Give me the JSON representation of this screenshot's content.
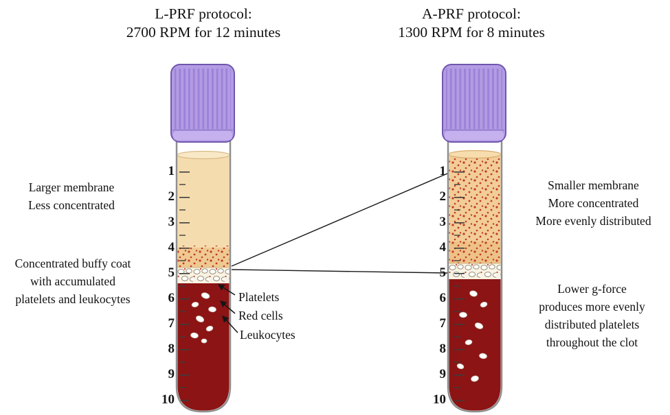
{
  "titles": {
    "left": {
      "line1": "L-PRF protocol:",
      "line2": "2700 RPM for 12 minutes"
    },
    "right": {
      "line1": "A-PRF protocol:",
      "line2": "1300 RPM for 8 minutes"
    }
  },
  "left_tube": {
    "membrane_note": {
      "line1": "Larger membrane",
      "line2": "Less concentrated"
    },
    "buffy_note": {
      "line1": "Concentrated buffy coat",
      "line2": "with accumulated",
      "line3": "platelets and leukocytes"
    }
  },
  "right_tube": {
    "membrane_note": {
      "line1": "Smaller membrane",
      "line2": "More concentrated",
      "line3": "More evenly distributed"
    },
    "gforce_note": {
      "line1": "Lower g-force",
      "line2": "produces more evenly",
      "line3": "distributed platelets",
      "line4": "throughout the clot"
    }
  },
  "component_labels": {
    "platelets": "Platelets",
    "red_cells": "Red cells",
    "leukocytes": "Leukocytes"
  },
  "scale_labels": [
    "1",
    "2",
    "3",
    "4",
    "5",
    "6",
    "7",
    "8",
    "9",
    "10"
  ],
  "colors": {
    "cap": "#b39ce4",
    "cap_stripe": "#997ed6",
    "cap_outline": "#6f57ad",
    "cap_band": "#c7b4ee",
    "tube_outline": "#8f8f8f",
    "plasma_left": "#f5dcae",
    "plasma_right": "#f2cd96",
    "transition_band": "#efca90",
    "buffy_base": "#f8f3e4",
    "red_blood": "#8c1414",
    "platelet_dot": "#c0392b",
    "connector_line": "#1a1a1a"
  }
}
